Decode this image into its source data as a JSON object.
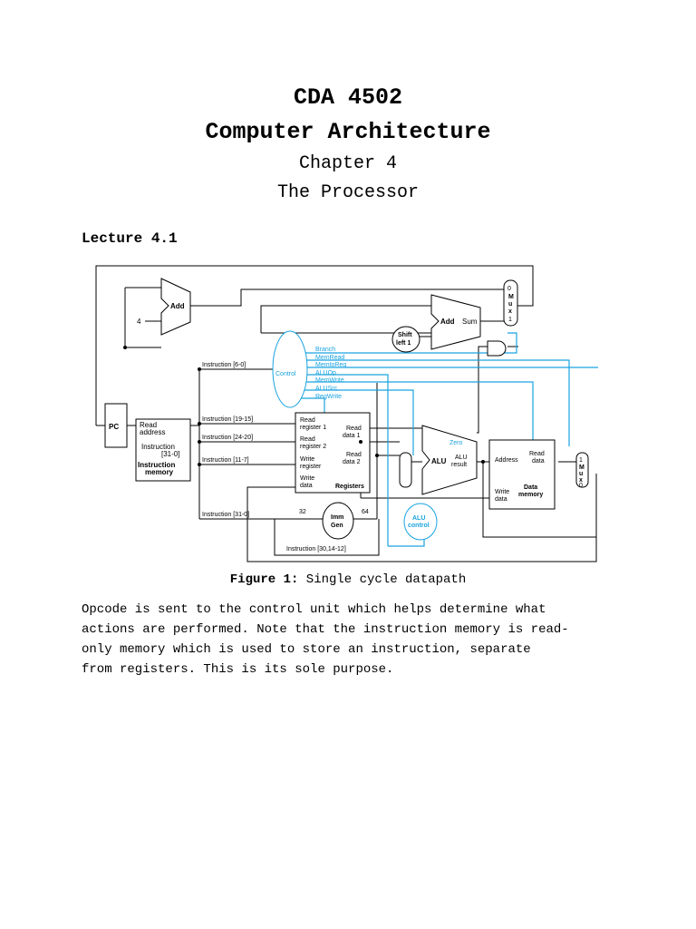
{
  "header": {
    "course_code": "CDA 4502",
    "course_name": "Computer Architecture",
    "chapter": "Chapter 4",
    "chapter_title": "The Processor"
  },
  "lecture": "Lecture 4.1",
  "figure": {
    "caption_label": "Figure 1:",
    "caption_text": "Single cycle datapath",
    "labels": {
      "add1": "Add",
      "four": "4",
      "add2": "Add",
      "sum": "Sum",
      "shift": [
        "Shift",
        "left 1"
      ],
      "pc": "PC",
      "instr_mem": [
        "Read",
        "address",
        "Instruction",
        "[31-0]",
        "Instruction",
        "memory"
      ],
      "control": "Control",
      "control_signals": [
        "Branch",
        "MemRead",
        "MemtoReg",
        "ALUOp",
        "MemWrite",
        "ALUSrc",
        "RegWrite"
      ],
      "instr_6_0": "Instruction [6-0]",
      "instr_19_15": "Instruction [19-15]",
      "instr_24_20": "Instruction [24-20]",
      "instr_11_7": "Instruction [11-7]",
      "instr_31_0": "Instruction [31-0]",
      "instr_30": "Instruction [30,14-12]",
      "registers": [
        "Read",
        "register 1",
        "Read",
        "register 2",
        "Write",
        "register",
        "Write",
        "data",
        "Read",
        "data 1",
        "Read",
        "data 2",
        "Registers"
      ],
      "imm": [
        "Imm",
        "Gen"
      ],
      "n32": "32",
      "n64": "64",
      "mux_top": [
        "0",
        "M",
        "u",
        "x",
        "1"
      ],
      "alu": "ALU",
      "zero": "Zero",
      "alu_result": [
        "ALU",
        "result"
      ],
      "alu_control": [
        "ALU",
        "control"
      ],
      "data_mem": [
        "Address",
        "Read",
        "data",
        "Write",
        "data",
        "Data",
        "memory"
      ],
      "mux_right": [
        "1",
        "M",
        "u",
        "x",
        "0"
      ]
    }
  },
  "paragraph": [
    "Opcode is sent to the control unit which helps determine what",
    "actions are performed. Note that the instruction memory is read-",
    "only memory which is used to store an instruction, separate",
    "from registers. This is its sole purpose."
  ]
}
